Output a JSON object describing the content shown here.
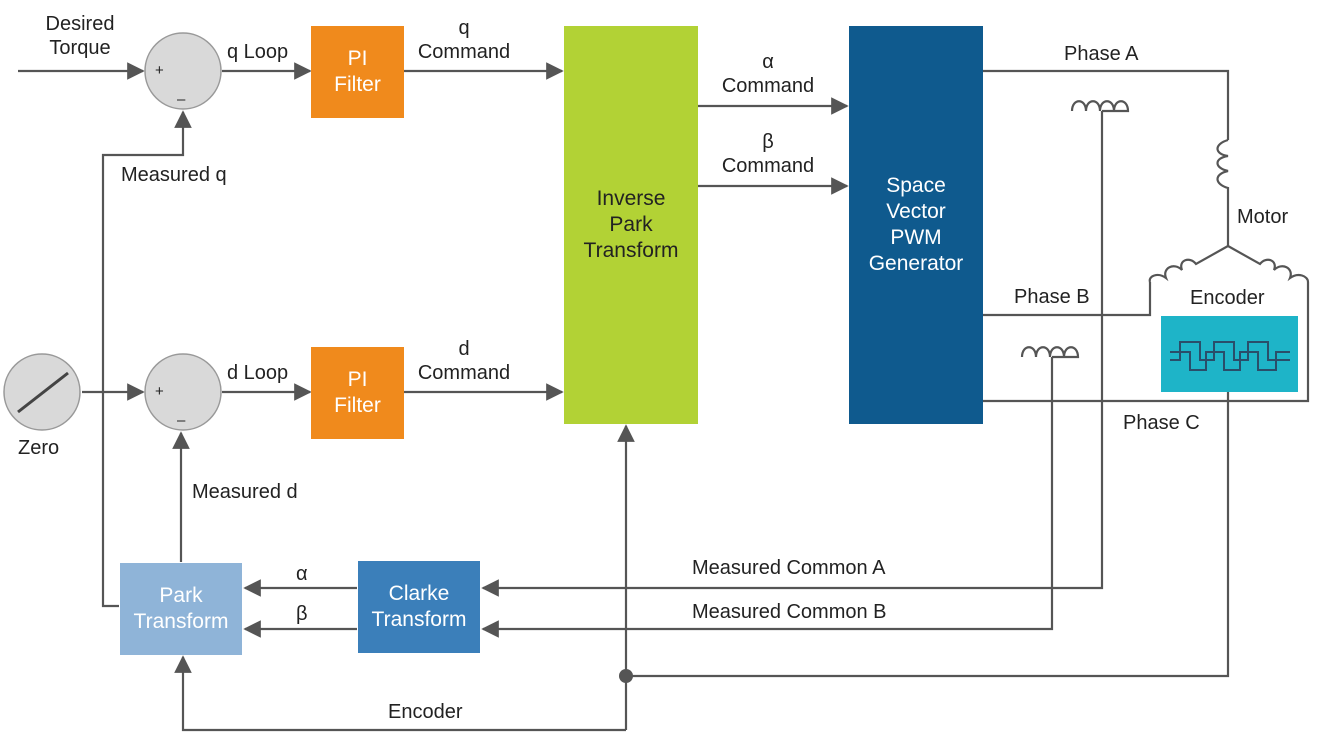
{
  "labels": {
    "desired_torque": [
      "Desired",
      "Torque"
    ],
    "q_loop": "q Loop",
    "d_loop": "d Loop",
    "q_command": [
      "q",
      "Command"
    ],
    "d_command": [
      "d",
      "Command"
    ],
    "alpha_command": [
      "α",
      "Command"
    ],
    "beta_command": [
      "β",
      "Command"
    ],
    "measured_q": "Measured q",
    "measured_d": "Measured d",
    "zero": "Zero",
    "phase_a": "Phase A",
    "phase_b": "Phase B",
    "phase_c": "Phase C",
    "motor": "Motor",
    "encoder_box_label": "Encoder",
    "encoder_line_label": "Encoder",
    "measured_common_a": "Measured Common A",
    "measured_common_b": "Measured Common B",
    "alpha": "α",
    "beta": "β",
    "plus": "+",
    "minus": "–"
  },
  "blocks": {
    "pi_filter_q": [
      "PI",
      "Filter"
    ],
    "pi_filter_d": [
      "PI",
      "Filter"
    ],
    "inverse_park": [
      "Inverse",
      "Park",
      "Transform"
    ],
    "svpwm": [
      "Space",
      "Vector",
      "PWM",
      "Generator"
    ],
    "clarke": [
      "Clarke",
      "Transform"
    ],
    "park": [
      "Park",
      "Transform"
    ]
  },
  "colors": {
    "pi_filter": "#f08a1c",
    "inverse_park": "#b2d235",
    "svpwm": "#0f5a8e",
    "clarke": "#3b7fba",
    "park": "#8fb4d8",
    "encoder": "#1eb4c8",
    "summer": "#d9d9d9",
    "wire": "#555555"
  }
}
